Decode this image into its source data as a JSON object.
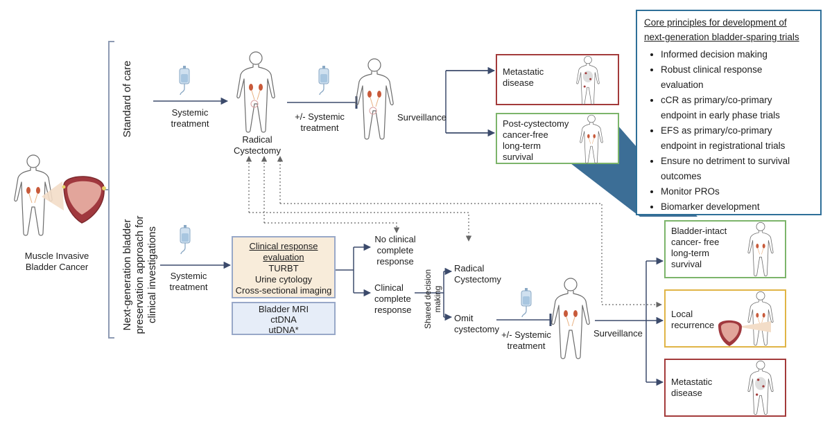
{
  "patient": {
    "label_line1": "Muscle Invasive",
    "label_line2": "Bladder Cancer"
  },
  "arms": {
    "standard": "Standard of care",
    "investigational_line1": "Next-generation bladder",
    "investigational_line2": "preservation approach for",
    "investigational_line3": "clinical investigations"
  },
  "standard_path": {
    "systemic_line1": "Systemic",
    "systemic_line2": "treatment",
    "cystectomy_line1": "Radical",
    "cystectomy_line2": "Cystectomy",
    "adjuvant_line1": "+/- Systemic",
    "adjuvant_line2": "treatment",
    "surveillance": "Surveillance",
    "metastatic_line1": "Metastatic",
    "metastatic_line2": "disease",
    "cancer_free_line1": "Post-cystectomy",
    "cancer_free_line2": "cancer-free",
    "cancer_free_line3": "long-term",
    "cancer_free_line4": "survival"
  },
  "investigational_path": {
    "systemic_line1": "Systemic",
    "systemic_line2": "treatment",
    "eval_title_line1": "Clinical response",
    "eval_title_line2": "evaluation",
    "eval_item1": "TURBT",
    "eval_item2": "Urine cytology",
    "eval_item3": "Cross-sectional imaging",
    "bio_item1": "Bladder MRI",
    "bio_item2": "ctDNA",
    "bio_item3": "utDNA*",
    "no_ccr_line1": "No clinical",
    "no_ccr_line2": "complete",
    "no_ccr_line3": "response",
    "ccr_line1": "Clinical",
    "ccr_line2": "complete",
    "ccr_line3": "response",
    "shared_line1": "Shared decision",
    "shared_line2": "making",
    "radical_line1": "Radical",
    "radical_line2": "Cystectomy",
    "omit_line1": "Omit",
    "omit_line2": "cystectomy",
    "adjuvant_line1": "+/- Systemic",
    "adjuvant_line2": "treatment",
    "surveillance": "Surveillance"
  },
  "outcomes": {
    "intact_line1": "Bladder-intact",
    "intact_line2": "cancer- free",
    "intact_line3": "long-term",
    "intact_line4": "survival",
    "local_line1": "Local",
    "local_line2": "recurrence",
    "metastatic_line1": "Metastatic",
    "metastatic_line2": "disease"
  },
  "principles": {
    "title_line1": "Core principles for development of",
    "title_line2": "next-generation bladder-sparing  trials",
    "items": [
      "Informed decision making",
      "Robust clinical response",
      "evaluation",
      "cCR as primary/co-primary",
      "endpoint in early phase trials",
      "EFS as primary/co-primary",
      "endpoint in registrational trials",
      "Ensure no detriment to survival",
      "outcomes",
      "Monitor PROs",
      "Biomarker development"
    ]
  },
  "colors": {
    "arrow": "#3b4a6b",
    "bracket": "#8d9ab3",
    "callout": "#3c6e96",
    "principles_border": "#2e6f98",
    "metastatic_border": "#a33a3a",
    "cancer_free_border": "#7cb46a",
    "local_recurrence_border": "#e0b445",
    "eval_fill": "#f8ecda",
    "biomarker_fill": "#e6edf8"
  },
  "icons": [
    "human-body-icon",
    "iv-bag-icon",
    "bladder-icon",
    "kidney-icon"
  ]
}
